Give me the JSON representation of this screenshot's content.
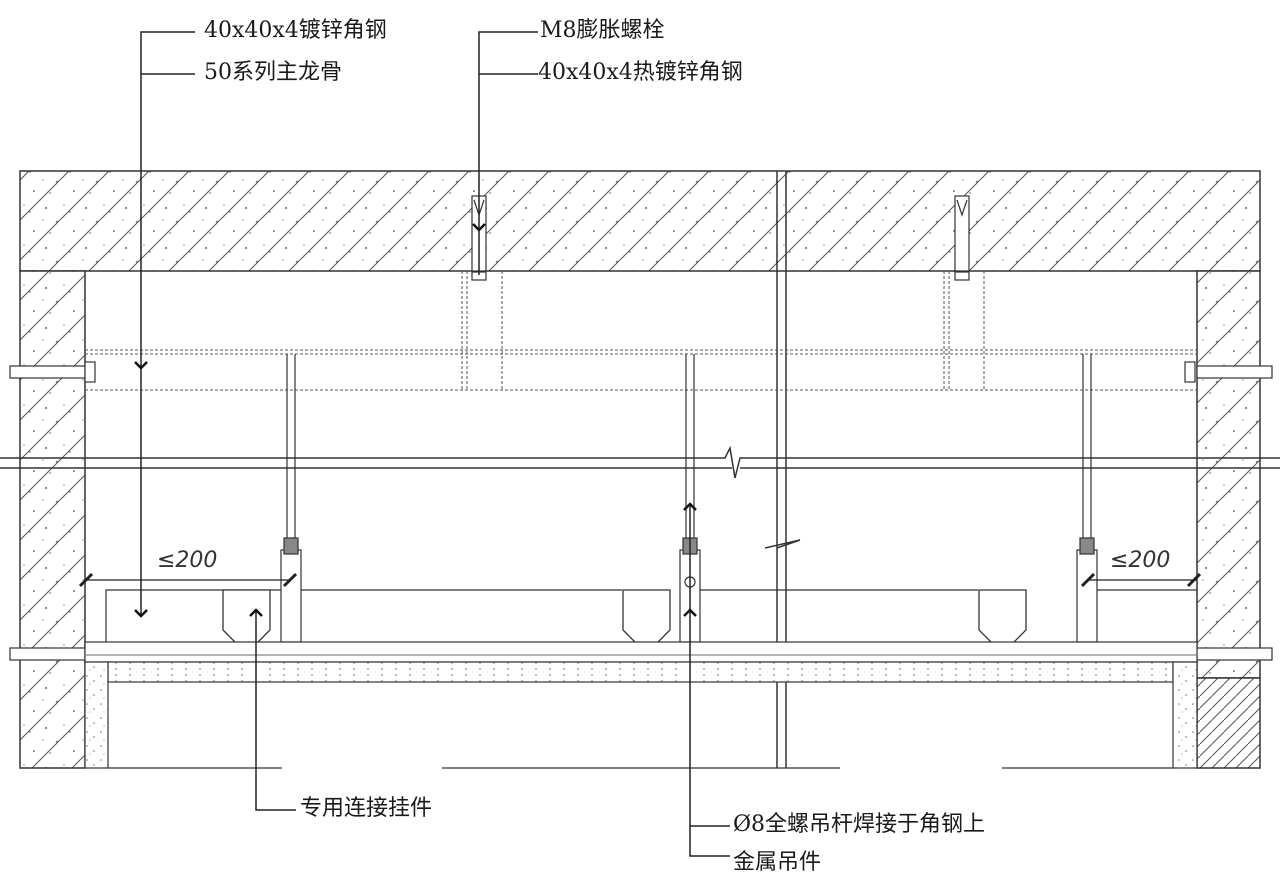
{
  "title": "Metal ceiling section detail",
  "annotations": {
    "angle_steel": "40x40x4镀锌角钢",
    "main_keel": "50系列主龙骨",
    "expansion_bolt": "M8膨胀螺栓",
    "hot_dip_angle_steel": "40x40x4热镀锌角钢",
    "connector": "专用连接挂件",
    "threaded_rod": "Ø8全螺吊杆焊接于角钢上",
    "metal_hanger": "金属吊件"
  },
  "dimensions": {
    "left_spacing": "≤200",
    "right_spacing": "≤200"
  },
  "colors": {
    "line": "#222222",
    "hatch": "#444444",
    "background": "#ffffff"
  }
}
